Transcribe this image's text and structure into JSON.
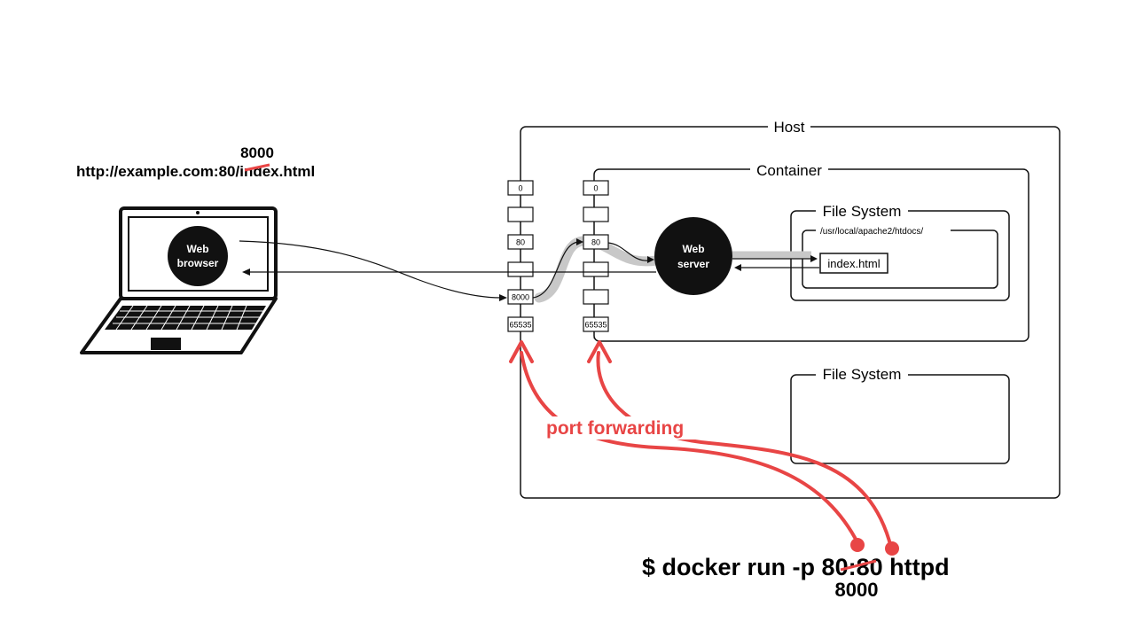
{
  "url": {
    "prefix": "http://example.com:",
    "old_port": "80",
    "suffix": "/index.html",
    "new_port": "8000"
  },
  "browser": {
    "line1": "Web",
    "line2": "browser"
  },
  "host": {
    "label": "Host",
    "ports": [
      "0",
      "",
      "80",
      "",
      "8000",
      "65535"
    ]
  },
  "container": {
    "label": "Container",
    "ports": [
      "0",
      "",
      "80",
      "",
      "",
      "65535"
    ]
  },
  "server": {
    "line1": "Web",
    "line2": "server"
  },
  "container_fs": {
    "label": "File System",
    "path": "/usr/local/apache2/htdocs/",
    "file": "index.html"
  },
  "host_fs": {
    "label": "File System"
  },
  "annotation": {
    "port_forwarding": "port forwarding"
  },
  "command": {
    "prefix": "$ docker run  -p ",
    "old_host_port": "80",
    "separator": ":",
    "container_port": "80",
    "suffix": " httpd",
    "new_host_port": "8000"
  },
  "colors": {
    "accent_red": "#e84545",
    "line": "#111111",
    "highlight": "#c8c8c8"
  }
}
